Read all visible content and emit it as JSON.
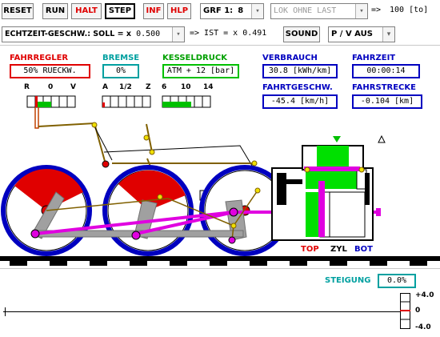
{
  "toolbar": {
    "reset": "RESET",
    "run": "RUN",
    "halt": "HALT",
    "step": "STEP",
    "inf": "INF",
    "hlp": "HLP",
    "grf_label": "GRF 1:",
    "grf_value": "8",
    "load_value": "LOK OHNE LAST",
    "arrow": "=>",
    "load_result": "100 [to]"
  },
  "speed_row": {
    "soll_label": "ECHTZEIT-GESCHW.: SOLL = x",
    "soll_value": "0.500",
    "ist_text": "=> IST = x 0.491",
    "sound": "SOUND",
    "pv_value": "P / V AUS"
  },
  "gauges": {
    "fahrregler_title": "FAHRREGLER",
    "fahrregler_value": "50% RUECKW.",
    "bremse_title": "BREMSE",
    "bremse_value": "0%",
    "kesseldruck_title": "KESSELDRUCK",
    "kesseldruck_value": "ATM + 12 [bar]",
    "verbrauch_title": "VERBRAUCH",
    "verbrauch_value": "30.8 [kWh/km]",
    "fahrzeit_title": "FAHRZEIT",
    "fahrzeit_value": "00:00:14",
    "fahrgeschw_title": "FAHRTGESCHW.",
    "fahrgeschw_value": "-45.4 [km/h]",
    "fahrstrecke_title": "FAHRSTRECKE",
    "fahrstrecke_value": "-0.104 [km]"
  },
  "scales": {
    "regler_ticks": [
      "R",
      "0",
      "V"
    ],
    "bremse_ticks": [
      "A",
      "1/2",
      "Z"
    ],
    "druck_ticks": [
      "6",
      "10",
      "14"
    ]
  },
  "cylinder_labels": {
    "top": "TOP",
    "zyl": "ZYL",
    "bot": "BOT"
  },
  "steigung": {
    "label": "STEIGUNG",
    "value": "0.0%"
  },
  "profile_scale": {
    "max": "+4.0",
    "zero": "0",
    "min": "-4.0"
  },
  "colors": {
    "red": "#e00000",
    "teal": "#00a0a0",
    "green": "#00b000",
    "blue": "#0000c0",
    "magenta": "#e000e0",
    "yellow": "#f0e000",
    "gray": "#808080"
  }
}
